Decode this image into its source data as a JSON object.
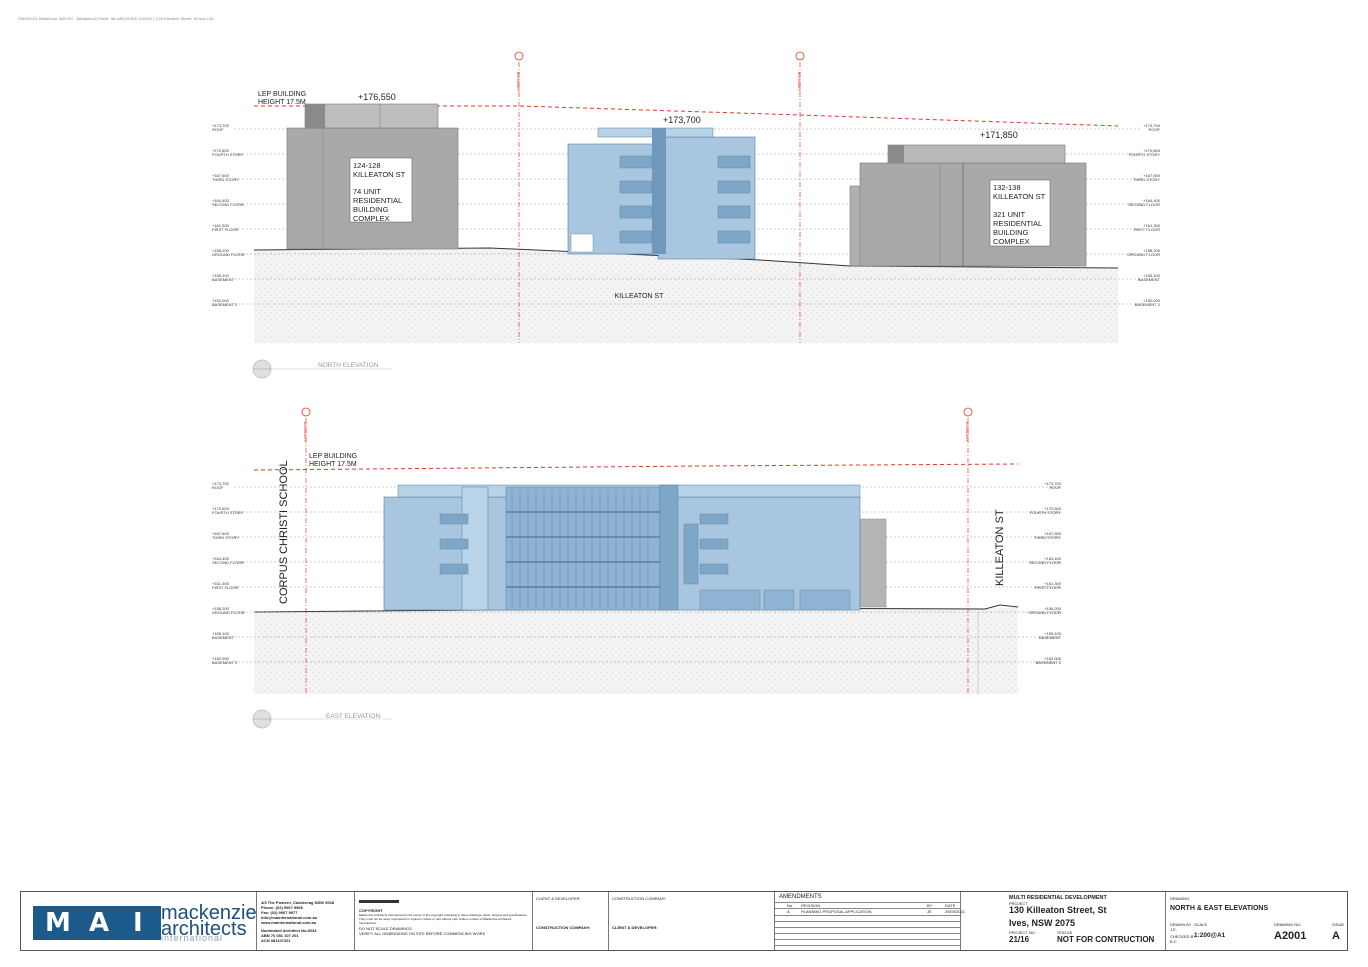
{
  "header_path": "29/03/2021 BMakhoul, MA+DC - (bMakhoul) Sheet: file:ARCHIVED 210322 | 2.29 Killeaton Street, St Ives 130",
  "north_elevation": {
    "title": "NORTH ELEVATION",
    "levels": [
      {
        "rl": "+173,700",
        "name": "ROOF"
      },
      {
        "rl": "+170,600",
        "name": "FOURTH STORY"
      },
      {
        "rl": "+167,500",
        "name": "THIRD STORY"
      },
      {
        "rl": "+164,400",
        "name": "SECOND FLOOR"
      },
      {
        "rl": "+161,300",
        "name": "FIRST FLOOR"
      },
      {
        "rl": "+158,200",
        "name": "GROUND FLOOR"
      },
      {
        "rl": "+155,100",
        "name": "BASEMENT"
      },
      {
        "rl": "+152,000",
        "name": "BASEMENT 2"
      }
    ],
    "lep_label_1": "LEP BUILDING",
    "lep_label_2": "HEIGHT 17.5M",
    "rl_left": "+176,550",
    "rl_center": "+173,700",
    "rl_right": "+171,850",
    "boundary": "BOUNDARY",
    "street": "KILLEATON ST",
    "left_building": [
      "124-128",
      "KILLEATON ST",
      "",
      "74 UNIT",
      "RESIDENTIAL",
      "BUILDING",
      "COMPLEX"
    ],
    "right_building": [
      "132-138",
      "KILLEATON ST",
      "",
      "321 UNIT",
      "RESIDENTIAL",
      "BUILDING",
      "COMPLEX"
    ]
  },
  "east_elevation": {
    "title": "EAST ELEVATION",
    "lep_label_1": "LEP BUILDING",
    "lep_label_2": "HEIGHT 17.5M",
    "boundary": "BOUNDARY",
    "left_label": "CORPUS CHRISTI SCHOOL",
    "right_label": "KILLEATON ST"
  },
  "title_block": {
    "logo_letters": [
      "M",
      "A",
      "I"
    ],
    "logo_words": [
      "mackenzie",
      "architects",
      "international"
    ],
    "address": [
      "4/3 The Postern, Castlecrag NSW 2068",
      "Phone: (02) 9967 9966",
      "Fax: (02) 9967 9977",
      "info@mainternational.com.au",
      "www.mainternational.com.au",
      "Nominated Architect No.8033",
      "ABN 76 081 107 201",
      "ACN 081107201"
    ],
    "copyright_heading": "COPYRIGHT",
    "copyright_text": "Mackenzie Architects International is the owner of the copyright subsisting in these drawings, plans, designs and specifications. They must not be used, reproduced or copied in whole or part without prior written consent of Mackenzie Architects International.",
    "notes": [
      "DO NOT SCALE DRAWINGS",
      "VERIFY ALL DIMENSIONS ON SITE BEFORE COMMENCING WORK"
    ],
    "client_heading": "CLIENT & DEVELOPER:",
    "construction_heading": "CONSTRUCTION COMPANY:",
    "construction_label": "CONSTRUCTION COMPANY:",
    "client_label": "CLIENT & DEVELOPER:",
    "amendments_title": "AMENDMENTS",
    "amend_cols": [
      "No.",
      "REVISION",
      "BY",
      "DATE"
    ],
    "amend_row": [
      "A",
      "PLANNING PROPOSAL APPLICATION",
      "JE",
      "29/03/2021"
    ],
    "project_type": "MULTI RESIDENTIAL DEVELOPMENT",
    "project_label": "PROJECT",
    "project_line1": "130 Killeaton Street, St",
    "project_line2": "Ives, NSW 2075",
    "project_no_label": "PROJECT NO.",
    "project_no": "21/16",
    "status_label": "STATUS",
    "status": "NOT FOR CONTRUCTION",
    "drawing_label": "DRAWING",
    "drawing_title": "NORTH & EAST ELEVATIONS",
    "drawn_label": "DRAWN BY",
    "drawn": "J.E.",
    "checked_label": "CHECKED BY",
    "checked": "B.C.",
    "scale_label": "SCALE",
    "scale": "1:200@A1",
    "drawing_no_label": "DRAWING NO.",
    "drawing_no": "A2001",
    "issue_label": "ISSUE",
    "issue": "A"
  }
}
